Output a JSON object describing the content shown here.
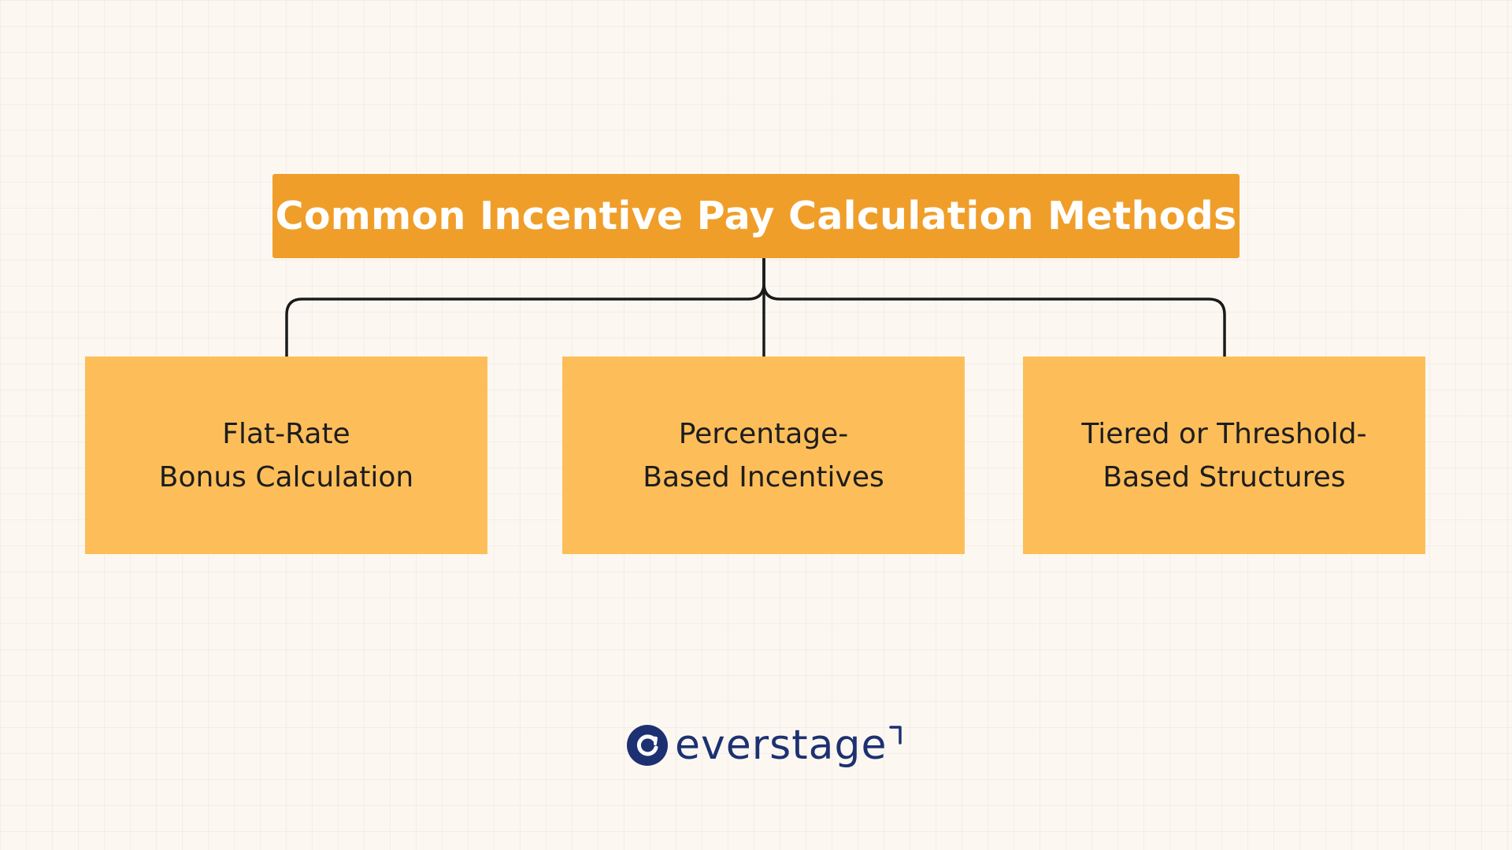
{
  "diagram": {
    "title": "Common Incentive Pay Calculation Methods",
    "methods": [
      {
        "lines": [
          "Flat-Rate",
          "Bonus Calculation"
        ]
      },
      {
        "lines": [
          "Percentage-",
          "Based Incentives"
        ]
      },
      {
        "lines": [
          "Tiered or Threshold-",
          "Based Structures"
        ]
      }
    ]
  },
  "brand": {
    "name": "everstage",
    "icon": "everstage-logo-icon"
  },
  "colors": {
    "background": "#fcf8f1",
    "title_fill": "#f09e2a",
    "box_fill": "#fdbe5a",
    "connector": "#1a1a1a",
    "brand": "#1d3172"
  }
}
